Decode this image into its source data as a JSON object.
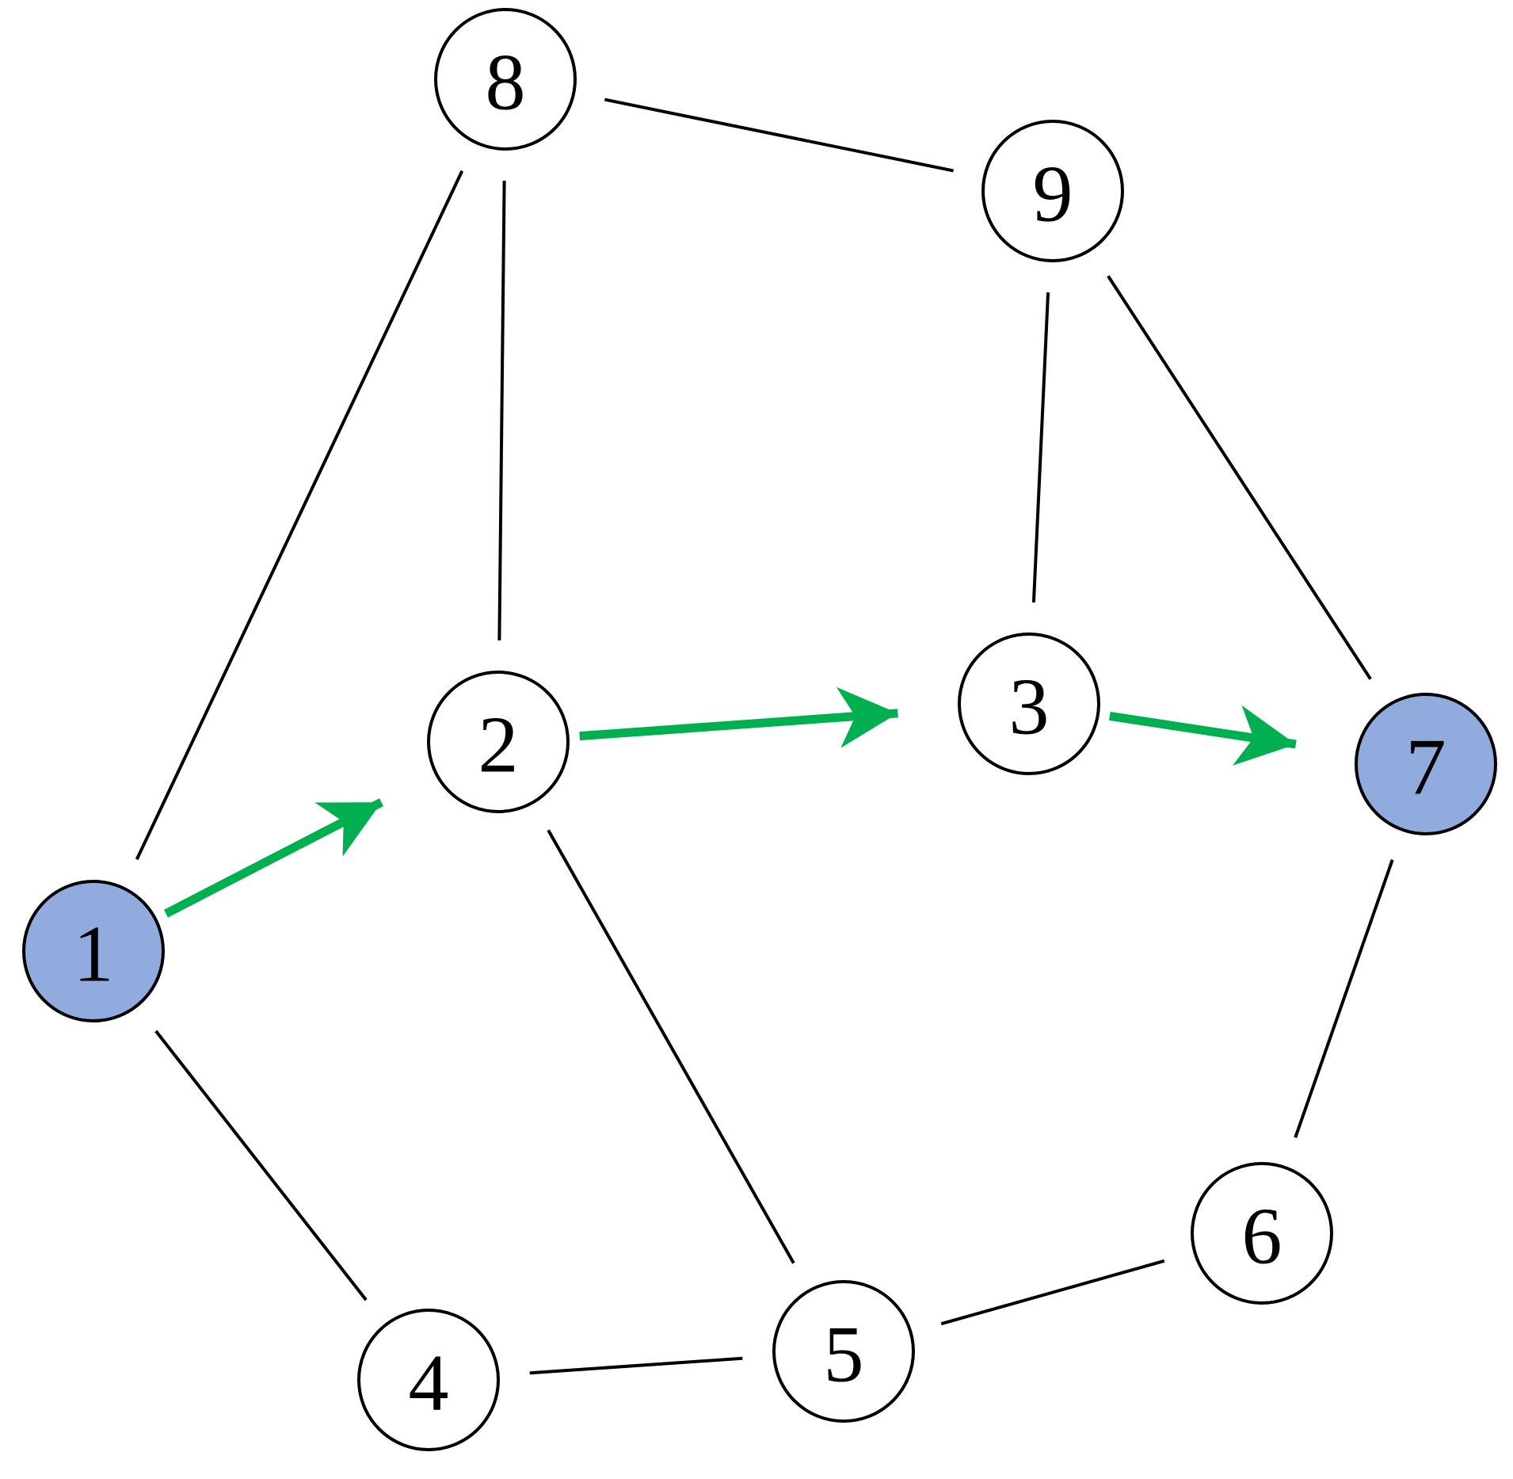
{
  "colors": {
    "highlight_fill": "#91abdf",
    "default_fill": "#ffffff",
    "path_color": "#00b050",
    "edge_color": "#000000"
  },
  "nodes": [
    {
      "id": "1",
      "label": "1",
      "highlighted": true
    },
    {
      "id": "2",
      "label": "2",
      "highlighted": false
    },
    {
      "id": "3",
      "label": "3",
      "highlighted": false
    },
    {
      "id": "4",
      "label": "4",
      "highlighted": false
    },
    {
      "id": "5",
      "label": "5",
      "highlighted": false
    },
    {
      "id": "6",
      "label": "6",
      "highlighted": false
    },
    {
      "id": "7",
      "label": "7",
      "highlighted": true
    },
    {
      "id": "8",
      "label": "8",
      "highlighted": false
    },
    {
      "id": "9",
      "label": "9",
      "highlighted": false
    }
  ],
  "edges": [
    {
      "from": "1",
      "to": "8"
    },
    {
      "from": "1",
      "to": "4"
    },
    {
      "from": "8",
      "to": "2"
    },
    {
      "from": "8",
      "to": "9"
    },
    {
      "from": "9",
      "to": "3"
    },
    {
      "from": "9",
      "to": "7"
    },
    {
      "from": "2",
      "to": "5"
    },
    {
      "from": "4",
      "to": "5"
    },
    {
      "from": "5",
      "to": "6"
    },
    {
      "from": "6",
      "to": "7"
    }
  ],
  "path": [
    {
      "from": "1",
      "to": "2"
    },
    {
      "from": "2",
      "to": "3"
    },
    {
      "from": "3",
      "to": "7"
    }
  ]
}
